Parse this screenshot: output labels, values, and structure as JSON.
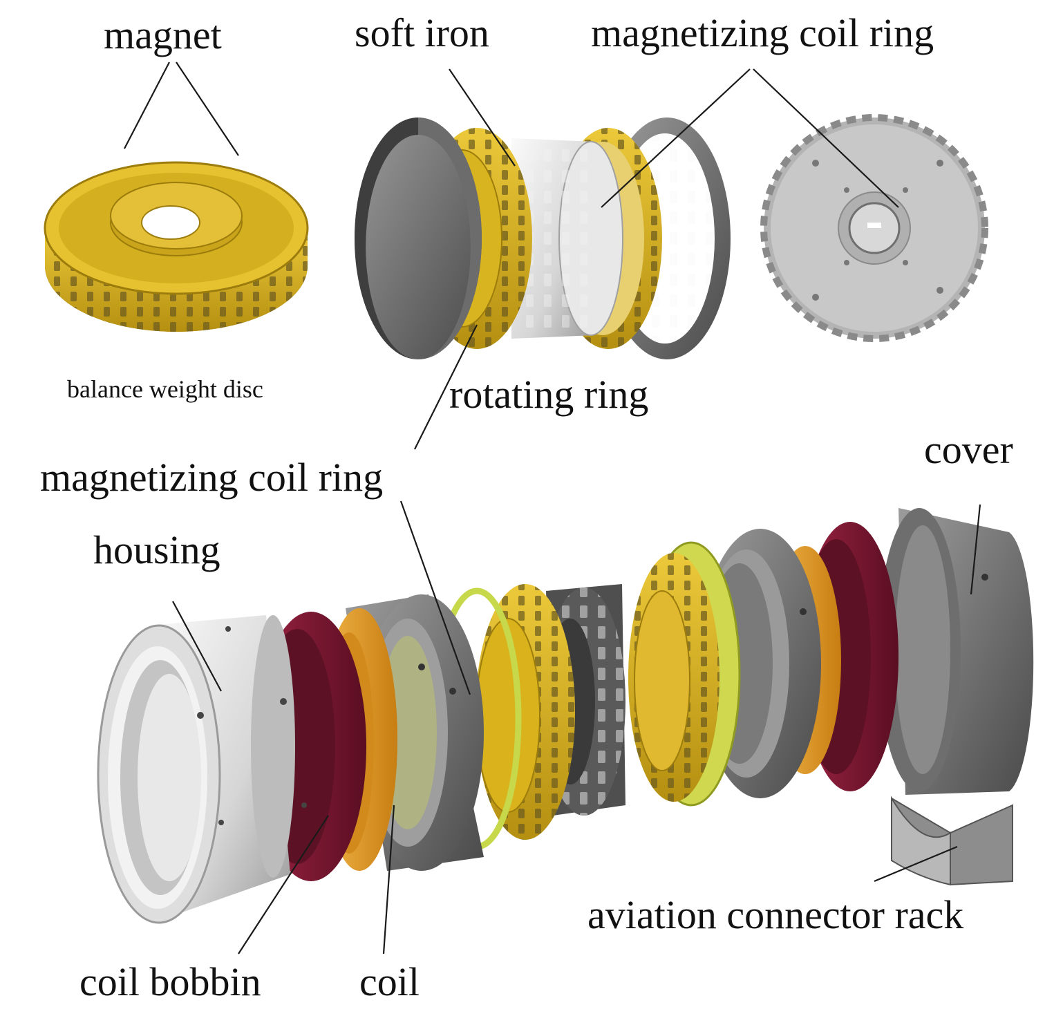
{
  "labels": {
    "magnet": "magnet",
    "soft_iron": "soft iron",
    "magnetizing_coil_ring_top": "magnetizing coil ring",
    "balance_weight_disc": "balance weight disc",
    "rotating_ring": "rotating ring",
    "magnetizing_coil_ring_mid": "magnetizing coil ring",
    "cover": "cover",
    "housing": "housing",
    "coil_bobbin": "coil bobbin",
    "coil": "coil",
    "aviation_connector_rack": "aviation connector rack"
  },
  "colors": {
    "gold": "#d9b21c",
    "gold_dark": "#9c7c0c",
    "orange": "#e8a12a",
    "maroon": "#7a1630",
    "gray_dark": "#555555",
    "gray_mid": "#8a8a8a",
    "silver": "#d8d8d8",
    "lime": "#c7d84a"
  }
}
